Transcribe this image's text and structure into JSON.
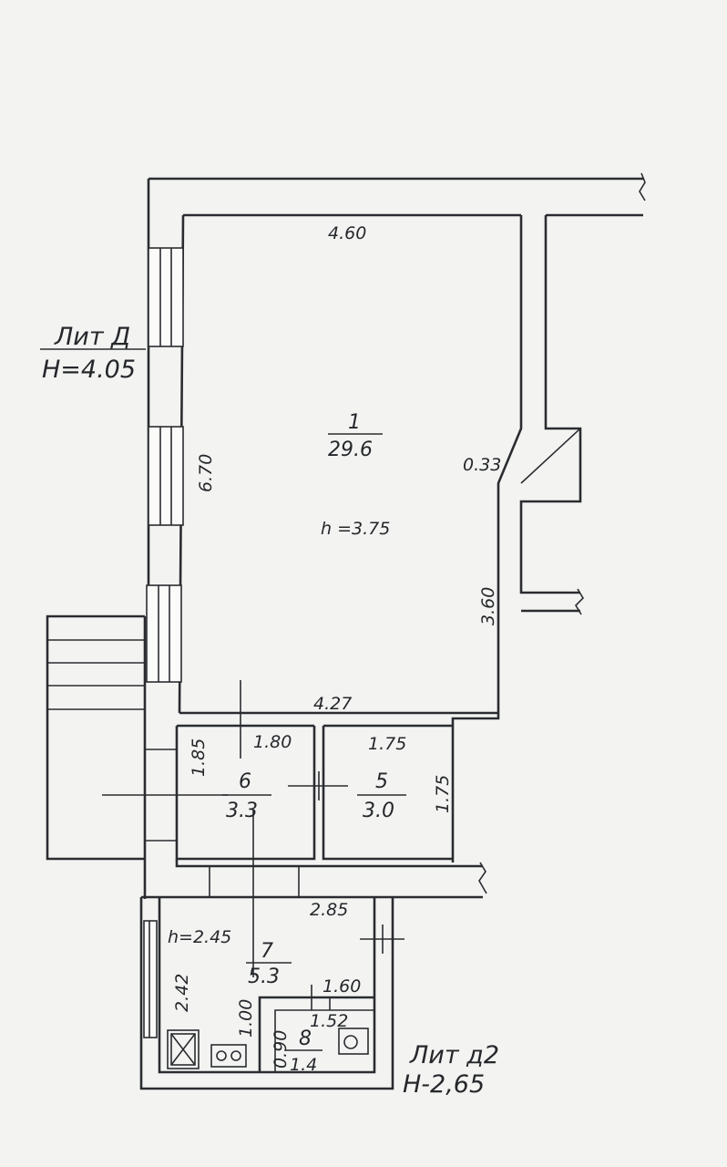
{
  "legend_main": {
    "name": "Лит Д",
    "height": "Н=4.05"
  },
  "legend_annex": {
    "name": "Лит д2",
    "height": "Н-2,65"
  },
  "rooms": [
    {
      "number": "1",
      "area": "29.6",
      "ceiling": "h =3.75"
    },
    {
      "number": "6",
      "area": "3.3"
    },
    {
      "number": "5",
      "area": "3.0"
    },
    {
      "number": "7",
      "area": "5.3",
      "ceiling": "h=2.45"
    },
    {
      "number": "8",
      "area": "1.4"
    }
  ],
  "dimensions": {
    "room1_top": "4.60",
    "room1_left": "6.70",
    "room1_bottom": "4.27",
    "room1_right": "3.60",
    "niche": "0.33",
    "room6_width": "1.80",
    "room6_height": "1.85",
    "room5_width": "1.75",
    "room5_height": "1.75",
    "room7_width": "2.85",
    "room7_height": "2.42",
    "room7_inner": "1.00",
    "room8_top": "1.60",
    "room8_inner": "1.52",
    "room8_height": "0.90"
  }
}
